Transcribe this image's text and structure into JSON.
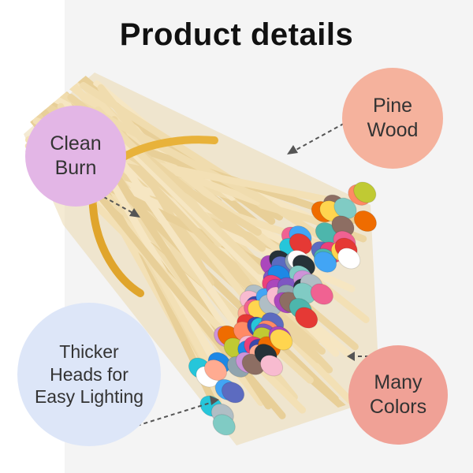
{
  "title": "Product details",
  "callouts": {
    "clean_burn": "Clean\nBurn",
    "pine_wood": "Pine\nWood",
    "thicker_heads": "Thicker\nHeads for\nEasy Lighting",
    "many_colors": "Many\nColors"
  },
  "colors": {
    "clean_burn_bubble": "#e3b6e6",
    "pine_wood_bubble": "#f5b29d",
    "thicker_heads_bubble": "#dde6f8",
    "many_colors_bubble": "#f0a196",
    "rubber_band": "#e8b23a",
    "wood": "#f1ddb0"
  }
}
